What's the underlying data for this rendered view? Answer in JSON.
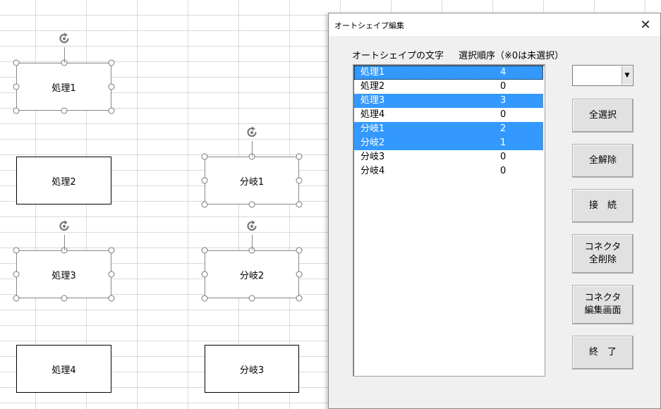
{
  "sheet": {
    "shapes": [
      {
        "id": "shori1",
        "label": "処理1",
        "selected": true
      },
      {
        "id": "shori2",
        "label": "処理2",
        "selected": false
      },
      {
        "id": "shori3",
        "label": "処理3",
        "selected": true
      },
      {
        "id": "shori4",
        "label": "処理4",
        "selected": false
      },
      {
        "id": "bunki1",
        "label": "分岐1",
        "selected": true
      },
      {
        "id": "bunki2",
        "label": "分岐2",
        "selected": true
      },
      {
        "id": "bunki3",
        "label": "分岐3",
        "selected": false
      }
    ]
  },
  "dialog": {
    "title": "オートシェイプ編集",
    "close_glyph": "✕",
    "column_label_text": "オートシェイプの文字",
    "column_label_order": "選択順序（※0は未選択）",
    "list": [
      {
        "name": "処理1",
        "order": "4",
        "selected": true,
        "focused": true
      },
      {
        "name": "処理2",
        "order": "0",
        "selected": false,
        "focused": false
      },
      {
        "name": "処理3",
        "order": "3",
        "selected": true,
        "focused": false
      },
      {
        "name": "処理4",
        "order": "0",
        "selected": false,
        "focused": false
      },
      {
        "name": "分岐1",
        "order": "2",
        "selected": true,
        "focused": false
      },
      {
        "name": "分岐2",
        "order": "1",
        "selected": true,
        "focused": false
      },
      {
        "name": "分岐3",
        "order": "0",
        "selected": false,
        "focused": false
      },
      {
        "name": "分岐4",
        "order": "0",
        "selected": false,
        "focused": false
      }
    ],
    "combo_value": "",
    "buttons": {
      "select_all": "全選択",
      "deselect_all": "全解除",
      "connect": "接　続",
      "delete_connectors": "コネクタ\n全削除",
      "edit_connectors": "コネクタ\n編集画面",
      "finish": "終　了"
    }
  }
}
